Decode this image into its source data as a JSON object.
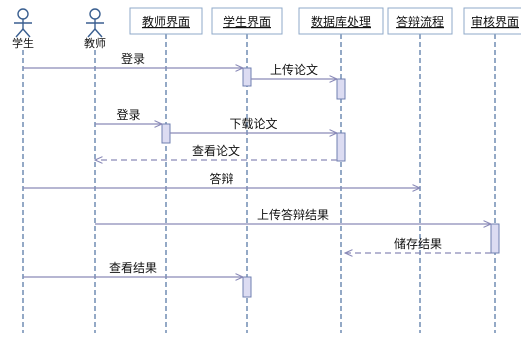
{
  "actors": [
    {
      "id": "student",
      "label": "学生"
    },
    {
      "id": "teacher",
      "label": "教师"
    }
  ],
  "lifelines": [
    {
      "id": "teacher_ui",
      "label": "教师界面"
    },
    {
      "id": "student_ui",
      "label": "学生界面"
    },
    {
      "id": "db",
      "label": "数据库处理"
    },
    {
      "id": "defense",
      "label": "答辩流程"
    },
    {
      "id": "review_ui",
      "label": "审核界面"
    }
  ],
  "messages": [
    {
      "from": "student",
      "to": "student_ui",
      "label": "登录",
      "style": "solid"
    },
    {
      "from": "student_ui",
      "to": "db",
      "label": "上传论文",
      "style": "solid"
    },
    {
      "from": "teacher",
      "to": "teacher_ui",
      "label": "登录",
      "style": "solid"
    },
    {
      "from": "teacher_ui",
      "to": "db",
      "label": "下载论文",
      "style": "solid"
    },
    {
      "from": "db",
      "to": "teacher",
      "label": "查看论文",
      "style": "dashed"
    },
    {
      "from": "student",
      "to": "defense",
      "label": "答辩",
      "style": "solid"
    },
    {
      "from": "teacher",
      "to": "review_ui",
      "label": "上传答辩结果",
      "style": "solid"
    },
    {
      "from": "review_ui",
      "to": "db",
      "label": "储存结果",
      "style": "dashed"
    },
    {
      "from": "student",
      "to": "student_ui",
      "label": "查看结果",
      "style": "solid"
    }
  ],
  "colors": {
    "lifeline": "#5a7ba8",
    "box_border": "#8fa9c8",
    "box_fill": "#ffffff",
    "activation_fill": "#dcdcf2",
    "activation_border": "#6f7fb0",
    "message": "#8a8ab8",
    "text": "#111111",
    "actor": "#3a5f90"
  }
}
